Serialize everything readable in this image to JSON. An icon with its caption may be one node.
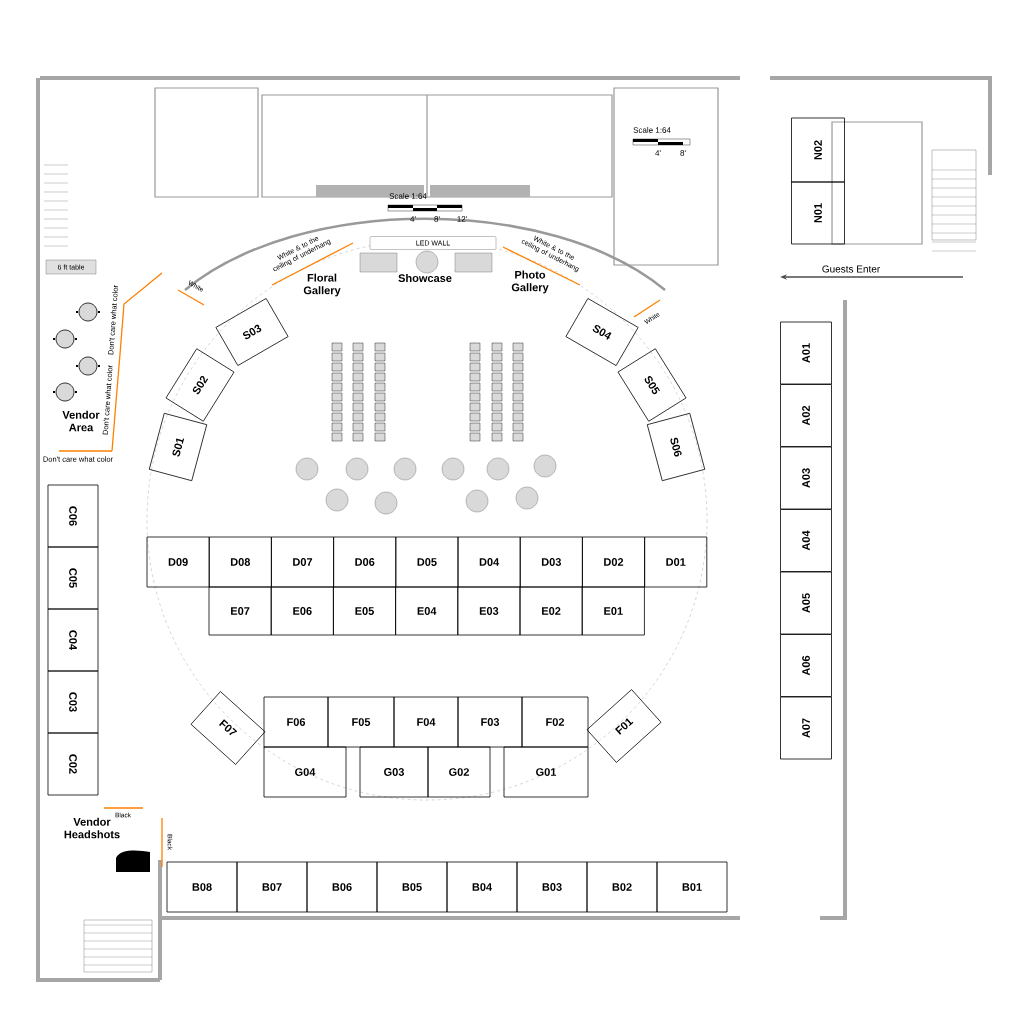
{
  "diagram": {
    "nodes": [
      {
        "text": [
          "6 ft table"
        ]
      },
      {
        "text": [
          "LED WALL"
        ]
      },
      {
        "text": [
          "N02"
        ]
      },
      {
        "text": [
          "N01"
        ]
      },
      {
        "text": [
          "S03"
        ]
      },
      {
        "text": [
          "S04"
        ]
      },
      {
        "text": [
          "S02"
        ]
      },
      {
        "text": [
          "S05"
        ]
      },
      {
        "text": [
          "S01"
        ]
      },
      {
        "text": [
          "S06"
        ]
      },
      {
        "text": [
          "A01"
        ]
      },
      {
        "text": [
          "A02"
        ]
      },
      {
        "text": [
          "A03"
        ]
      },
      {
        "text": [
          "A04"
        ]
      },
      {
        "text": [
          "A05"
        ]
      },
      {
        "text": [
          "A06"
        ]
      },
      {
        "text": [
          "A07"
        ]
      },
      {
        "text": [
          "D09"
        ]
      },
      {
        "text": [
          "D08"
        ]
      },
      {
        "text": [
          "D07"
        ]
      },
      {
        "text": [
          "D06"
        ]
      },
      {
        "text": [
          "D05"
        ]
      },
      {
        "text": [
          "D04"
        ]
      },
      {
        "text": [
          "D03"
        ]
      },
      {
        "text": [
          "D02"
        ]
      },
      {
        "text": [
          "D01"
        ]
      },
      {
        "text": [
          "E07"
        ]
      },
      {
        "text": [
          "E06"
        ]
      },
      {
        "text": [
          "E05"
        ]
      },
      {
        "text": [
          "E04"
        ]
      },
      {
        "text": [
          "E03"
        ]
      },
      {
        "text": [
          "E02"
        ]
      },
      {
        "text": [
          "E01"
        ]
      },
      {
        "text": [
          "C06"
        ]
      },
      {
        "text": [
          "C05"
        ]
      },
      {
        "text": [
          "C04"
        ]
      },
      {
        "text": [
          "C03"
        ]
      },
      {
        "text": [
          "C02"
        ]
      },
      {
        "text": [
          "F07"
        ]
      },
      {
        "text": [
          "F06"
        ]
      },
      {
        "text": [
          "F05"
        ]
      },
      {
        "text": [
          "F04"
        ]
      },
      {
        "text": [
          "F03"
        ]
      },
      {
        "text": [
          "F02"
        ]
      },
      {
        "text": [
          "F01"
        ]
      },
      {
        "text": [
          "G04"
        ]
      },
      {
        "text": [
          "G03"
        ]
      },
      {
        "text": [
          "G02"
        ]
      },
      {
        "text": [
          "G01"
        ]
      },
      {
        "text": [
          "B08"
        ]
      },
      {
        "text": [
          "B07"
        ]
      },
      {
        "text": [
          "B06"
        ]
      },
      {
        "text": [
          "B05"
        ]
      },
      {
        "text": [
          "B04"
        ]
      },
      {
        "text": [
          "B03"
        ]
      },
      {
        "text": [
          "B02"
        ]
      },
      {
        "text": [
          "B01"
        ]
      }
    ],
    "edges": [],
    "labels": [
      "Scale 1:64",
      "4'",
      "8'",
      "12'",
      "Scale 1:64",
      "4'",
      "8'",
      "White & to the ceiling of underhang",
      "White & to the ceiling of underhang",
      "Floral Gallery",
      "Showcase",
      "Photo Gallery",
      "Guests Enter",
      "White",
      "White",
      "Don't care what color",
      "Don't care what color",
      "Don't care what color",
      "Vendor Area",
      "Vendor Headshots",
      "Black",
      "Black"
    ]
  }
}
